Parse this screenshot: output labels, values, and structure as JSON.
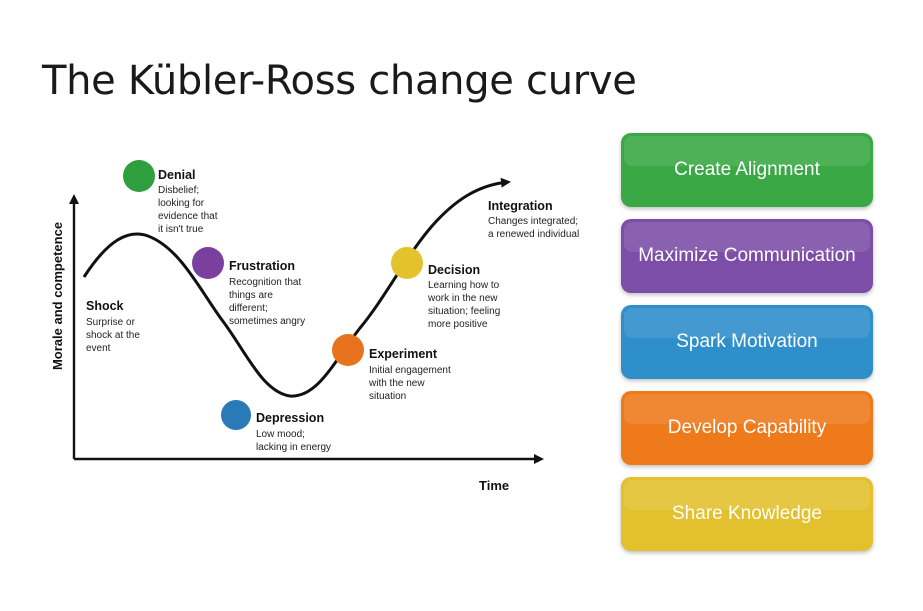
{
  "title": "The Kübler-Ross change curve",
  "axes": {
    "y_label": "Morale and competence",
    "x_label": "Time"
  },
  "stages": [
    {
      "id": "shock",
      "name": "Shock",
      "color": null,
      "description": [
        "Surprise or",
        "shock at the",
        "event"
      ]
    },
    {
      "id": "denial",
      "name": "Denial",
      "color": "#2e9e3e",
      "description": [
        "Disbelief;",
        "looking for",
        "evidence that",
        "it isn't true"
      ]
    },
    {
      "id": "frustration",
      "name": "Frustration",
      "color": "#7b3fa0",
      "description": [
        "Recognition that",
        "things are",
        "different;",
        "sometimes angry"
      ]
    },
    {
      "id": "depression",
      "name": "Depression",
      "color": "#2a7ab8",
      "description": [
        "Low mood;",
        "lacking in energy"
      ]
    },
    {
      "id": "experiment",
      "name": "Experiment",
      "color": "#e8731e",
      "description": [
        "Initial engagement",
        "with the new",
        "situation"
      ]
    },
    {
      "id": "decision",
      "name": "Decision",
      "color": "#e3c22c",
      "description": [
        "Learning how to",
        "work in the new",
        "situation; feeling",
        "more positive"
      ]
    },
    {
      "id": "integration",
      "name": "Integration",
      "color": null,
      "description": [
        "Changes integrated;",
        "a renewed individual"
      ]
    }
  ],
  "actions": [
    {
      "label": "Create Alignment",
      "color": "#3aa845"
    },
    {
      "label": "Maximize Communication",
      "color": "#7d4ea8"
    },
    {
      "label": "Spark Motivation",
      "color": "#2f8fcb"
    },
    {
      "label": "Develop Capability",
      "color": "#ee7a1c"
    },
    {
      "label": "Share Knowledge",
      "color": "#e3c12e"
    }
  ]
}
